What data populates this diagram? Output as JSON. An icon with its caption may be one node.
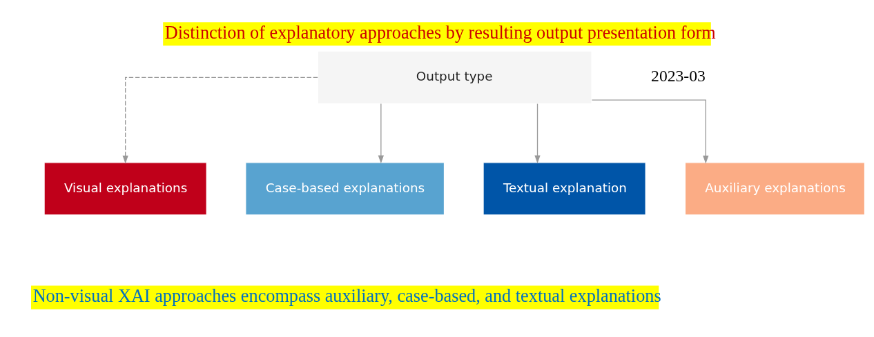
{
  "diagram": {
    "title": "Distinction of explanatory approaches by resulting output presentation form",
    "caption": "Non-visual XAI approaches encompass auxiliary, case-based, and textual explanations",
    "nodes": [
      {
        "text": [
          "Output type"
        ]
      },
      {
        "text": [
          "Visual explanations"
        ]
      },
      {
        "text": [
          "Case-based explanations"
        ]
      },
      {
        "text": [
          "Textual explanation"
        ]
      },
      {
        "text": [
          "Auxiliary explanations"
        ]
      }
    ],
    "edges": [
      {
        "from": 0,
        "to": 1,
        "arrow": "to",
        "style": "dashed"
      },
      {
        "from": 0,
        "to": 2,
        "arrow": "to"
      },
      {
        "from": 0,
        "to": 3,
        "arrow": "to"
      },
      {
        "from": 0,
        "to": 4,
        "arrow": "to"
      }
    ],
    "labels": [
      "2023-03"
    ]
  }
}
